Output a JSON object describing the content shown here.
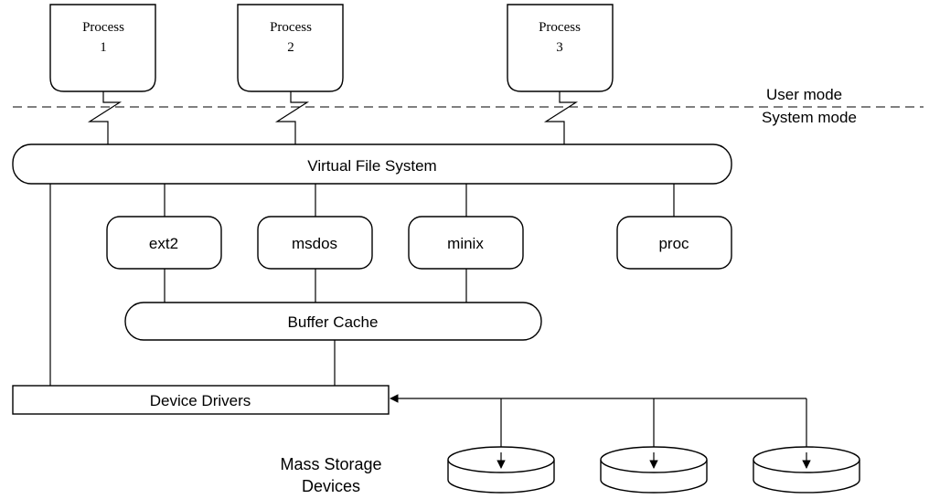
{
  "processes": [
    {
      "line1": "Process",
      "line2": "1"
    },
    {
      "line1": "Process",
      "line2": "2"
    },
    {
      "line1": "Process",
      "line2": "3"
    }
  ],
  "mode_labels": {
    "user": "User mode",
    "system": "System mode"
  },
  "vfs_label": "Virtual File System",
  "filesystems": [
    "ext2",
    "msdos",
    "minix",
    "proc"
  ],
  "buffer_cache_label": "Buffer Cache",
  "device_drivers_label": "Device Drivers",
  "mass_storage_label": {
    "line1": "Mass Storage",
    "line2": "Devices"
  }
}
